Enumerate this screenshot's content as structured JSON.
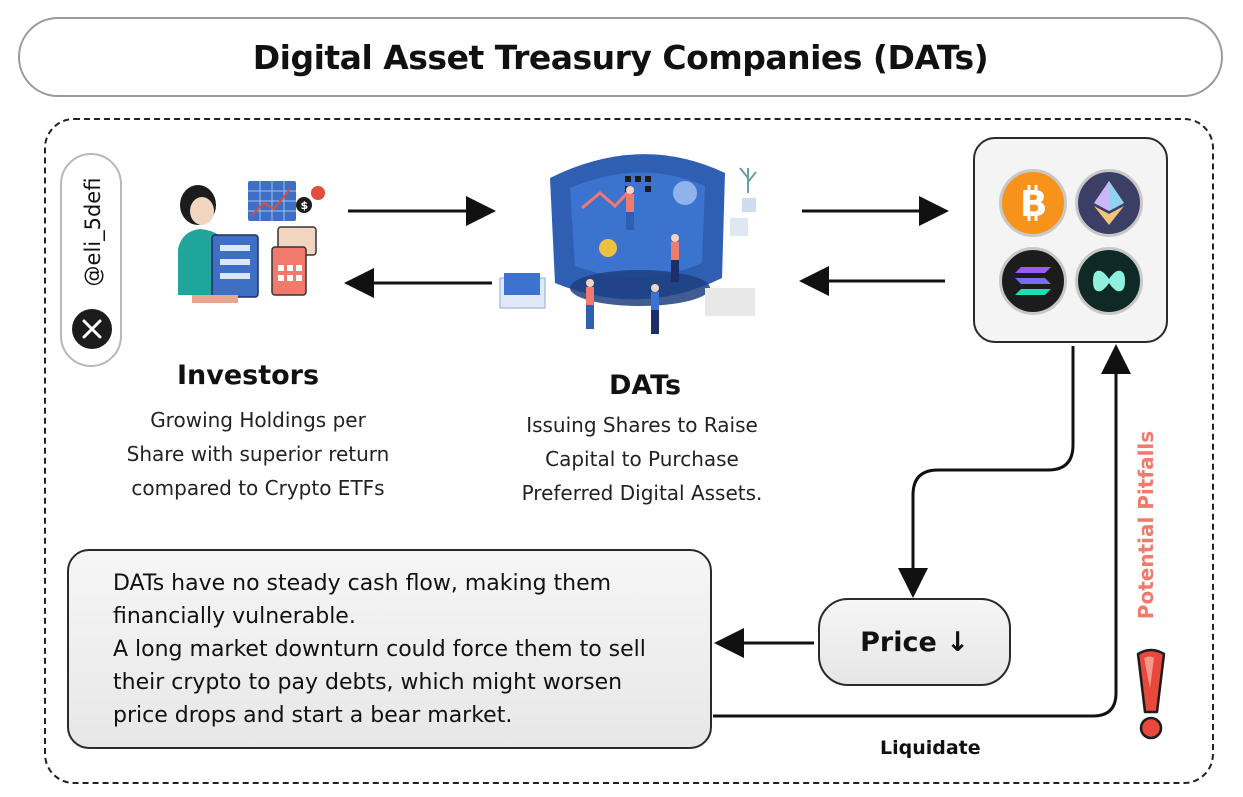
{
  "title": "Digital Asset Treasury Companies (DATs)",
  "handle": "@eli_5defi",
  "investors": {
    "title": "Investors",
    "desc_lines": [
      "Growing Holdings per",
      "Share with superior return",
      "compared to Crypto ETFs"
    ]
  },
  "dats": {
    "title": "DATs",
    "desc_lines": [
      "Issuing Shares to Raise",
      "Capital to Purchase",
      "Preferred Digital Assets."
    ]
  },
  "assets": [
    "bitcoin",
    "ethereum",
    "solana",
    "hyperliquid"
  ],
  "pitfall_text": {
    "line1": "DATs have no steady cash flow, making them",
    "line2": "financially vulnerable.",
    "line3": "A long market downturn could force them to sell",
    "line4": "their crypto to pay debts, which might worsen",
    "line5": "price drops and start a bear market."
  },
  "price_label": "Price ↓",
  "liquidate_label": "Liquidate",
  "pitfalls_label": "Potential Pitfalls",
  "colors": {
    "accent": "#f07a6c",
    "bitcoin": "#f7931a",
    "dark": "#1c1c1c",
    "hyperliquid": "#8ff0df"
  }
}
